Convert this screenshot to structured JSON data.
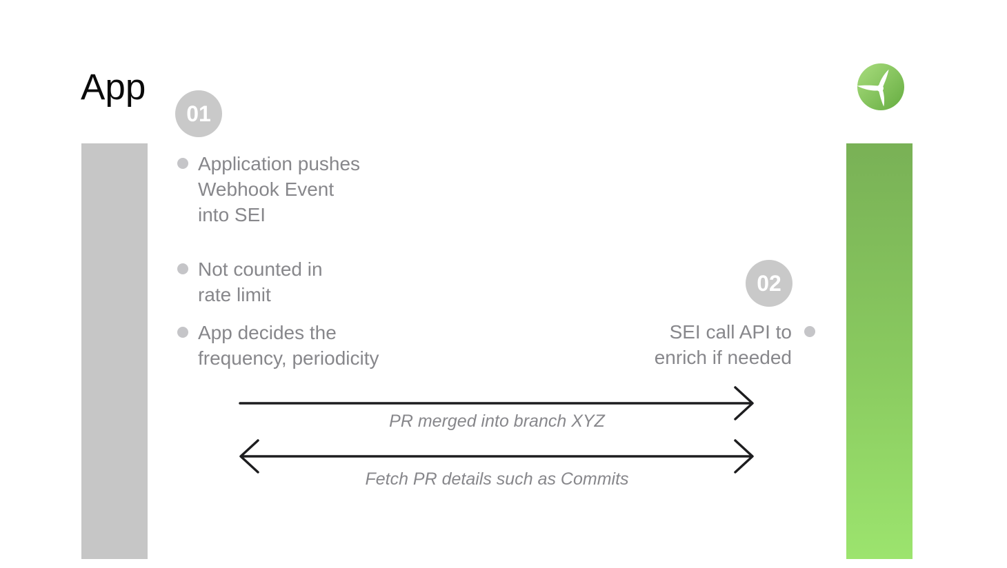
{
  "title": "App",
  "colors": {
    "title": "#0a0a0a",
    "text_gray": "#87878b",
    "dot_gray": "#c5c5c8",
    "badge_bg": "#c9c9c9",
    "badge_text": "#ffffff",
    "bar_gray": "#c6c6c6",
    "green_top": "#79b156",
    "green_mid": "#8acb60",
    "green_bottom": "#9ce46e",
    "logo_light": "#a9dd7e",
    "logo_dark": "#65ac40",
    "arrow": "#1d1d1f"
  },
  "left_panel": {
    "badge": "01",
    "items": [
      {
        "lines": [
          "Application pushes",
          "Webhook Event",
          "into SEI"
        ]
      },
      {
        "lines": [
          "Not counted in",
          "rate limit"
        ]
      },
      {
        "lines": [
          "App decides the",
          "frequency, periodicity"
        ]
      }
    ]
  },
  "right_panel": {
    "badge": "02",
    "items": [
      {
        "lines": [
          "SEI call API to",
          "enrich if needed"
        ]
      }
    ]
  },
  "arrows": [
    {
      "label": "PR merged into branch XYZ",
      "direction": "right"
    },
    {
      "label": "Fetch PR details such as Commits",
      "direction": "both"
    }
  ],
  "logo": "propeller-logo"
}
